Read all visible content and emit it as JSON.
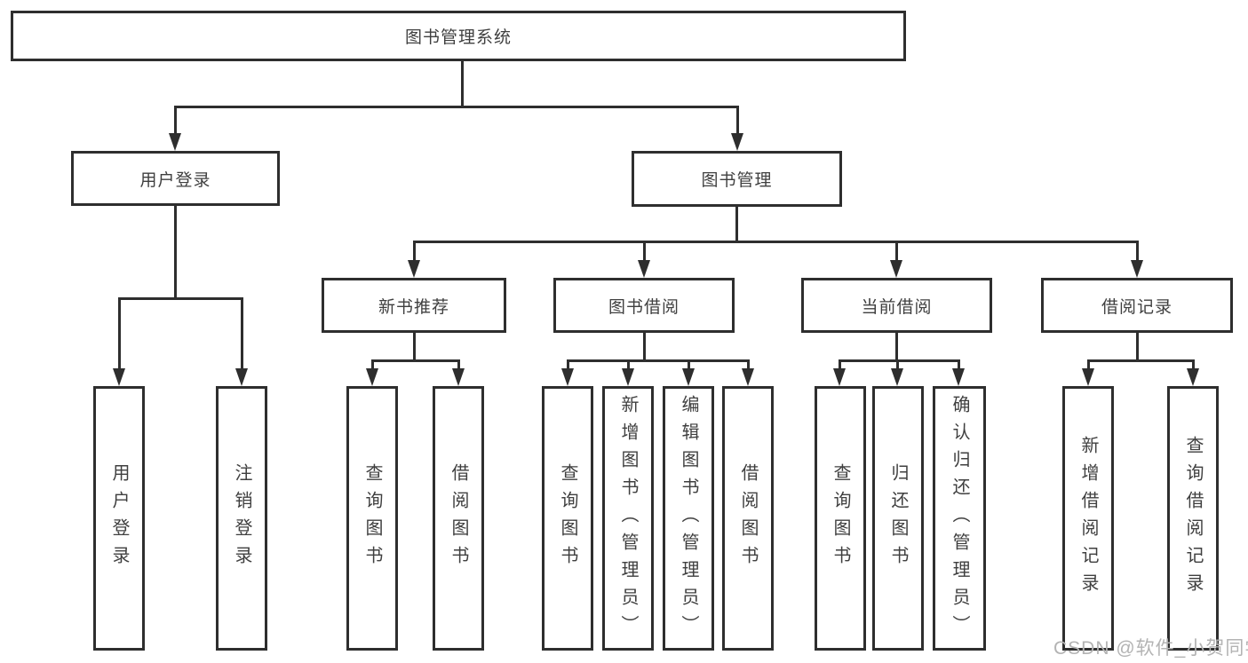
{
  "tree": {
    "root": {
      "label": "图书管理系统",
      "children": [
        {
          "label": "用户登录",
          "children": [
            {
              "label": "用户登录"
            },
            {
              "label": "注销登录"
            }
          ]
        },
        {
          "label": "图书管理",
          "children": [
            {
              "label": "新书推荐",
              "children": [
                {
                  "label": "查询图书"
                },
                {
                  "label": "借阅图书"
                }
              ]
            },
            {
              "label": "图书借阅",
              "children": [
                {
                  "label": "查询图书"
                },
                {
                  "label": "新增图书（管理员）"
                },
                {
                  "label": "编辑图书（管理员）"
                },
                {
                  "label": "借阅图书"
                }
              ]
            },
            {
              "label": "当前借阅",
              "children": [
                {
                  "label": "查询图书"
                },
                {
                  "label": "归还图书"
                },
                {
                  "label": "确认归还（管理员）"
                }
              ]
            },
            {
              "label": "借阅记录",
              "children": [
                {
                  "label": "新增借阅记录"
                },
                {
                  "label": "查询借阅记录"
                }
              ]
            }
          ]
        }
      ]
    }
  },
  "watermark": {
    "text": "CSDN @软件_小贺同学"
  },
  "colors": {
    "line": "#2e2e2e",
    "text": "#3f3f3f",
    "watermark": "#b3b3b3"
  }
}
